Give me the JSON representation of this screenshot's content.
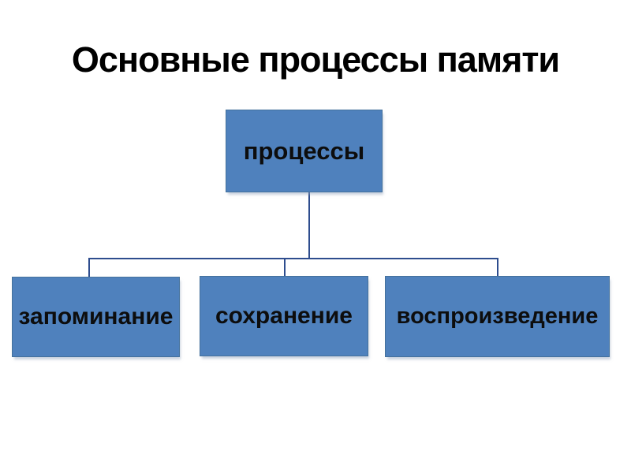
{
  "slide": {
    "title": "Основные процессы памяти",
    "diagram": {
      "root_node": {
        "label": "процессы"
      },
      "child_nodes": [
        {
          "label": "запоминание"
        },
        {
          "label": "сохранение"
        },
        {
          "label": "воспроизведение"
        }
      ]
    },
    "colors": {
      "background": "#FFFFFF",
      "title_text": "#000000",
      "node_fill": "#4F81BD",
      "node_border": "#44719C",
      "node_text": "#0D0D0D",
      "connector": "#2E4D8E"
    }
  }
}
